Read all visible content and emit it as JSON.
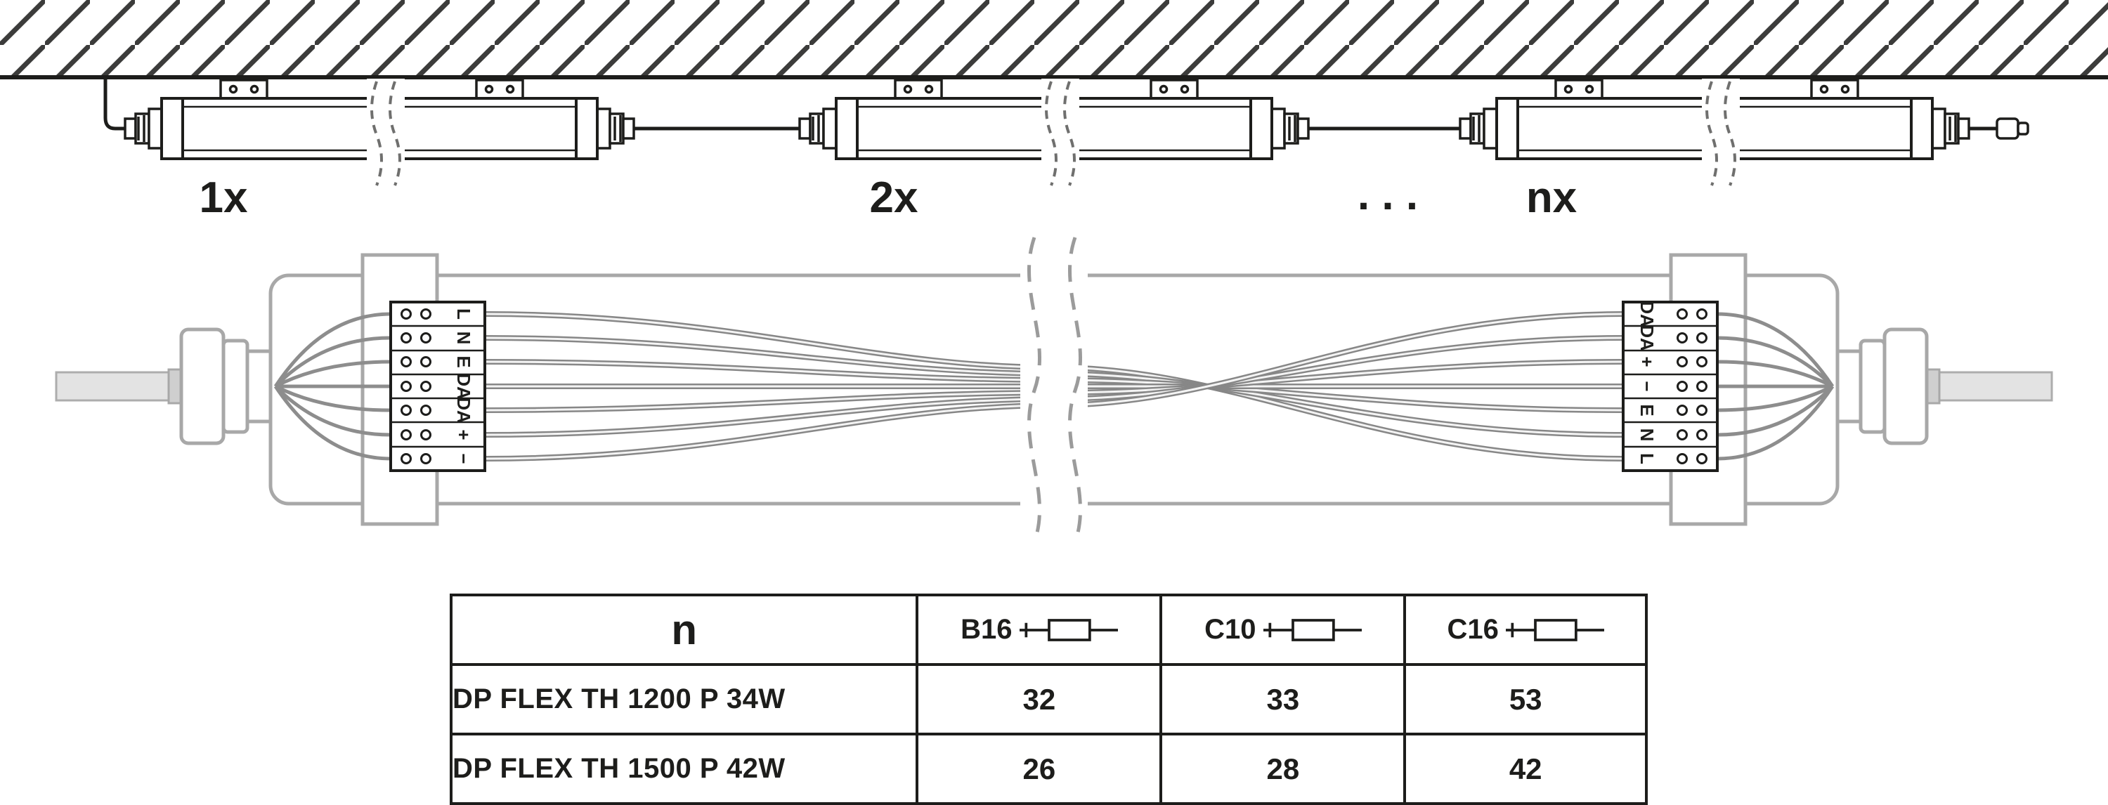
{
  "top_diagram": {
    "labels": {
      "first": "1x",
      "second": "2x",
      "ellipsis": ". . .",
      "nth": "nx"
    }
  },
  "wiring_detail": {
    "left_terminal_labels": [
      "L",
      "N",
      "E",
      "DA",
      "DA",
      "+",
      "−"
    ],
    "right_terminal_labels": [
      "DA",
      "DA",
      "+",
      "−",
      "E",
      "N",
      "L"
    ]
  },
  "table": {
    "header": {
      "n": "n",
      "breakers": [
        "B16",
        "C10",
        "C16"
      ]
    },
    "rows": [
      {
        "name": "DP FLEX TH 1200 P 34W",
        "values": [
          "32",
          "33",
          "53"
        ]
      },
      {
        "name": "DP FLEX TH 1500 P 42W",
        "values": [
          "26",
          "28",
          "42"
        ]
      }
    ]
  },
  "colors": {
    "line": "#1d1d1b",
    "gray": "#9d9d9c",
    "light_gray": "#e3e3e3"
  }
}
